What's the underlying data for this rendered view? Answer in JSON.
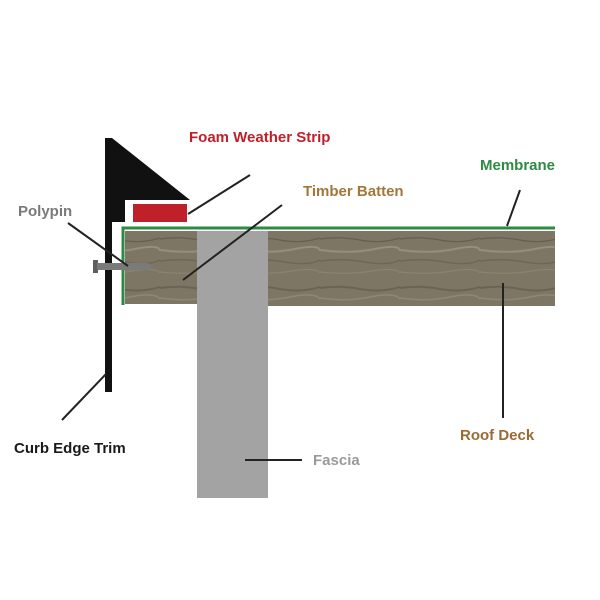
{
  "labels": {
    "foam_weather_strip": "Foam Weather Strip",
    "timber_batten": "Timber Batten",
    "membrane": "Membrane",
    "polypin": "Polypin",
    "curb_edge_trim": "Curb Edge Trim",
    "roof_deck": "Roof Deck",
    "fascia": "Fascia"
  },
  "colors": {
    "foam_weather_strip": "#c0202a",
    "timber_batten": "#a5763a",
    "membrane": "#2e8a43",
    "polypin": "#7a7a7a",
    "curb_edge_trim": "#1a1a1a",
    "roof_deck": "#9b6a34",
    "fascia": "#9a9a9a"
  }
}
